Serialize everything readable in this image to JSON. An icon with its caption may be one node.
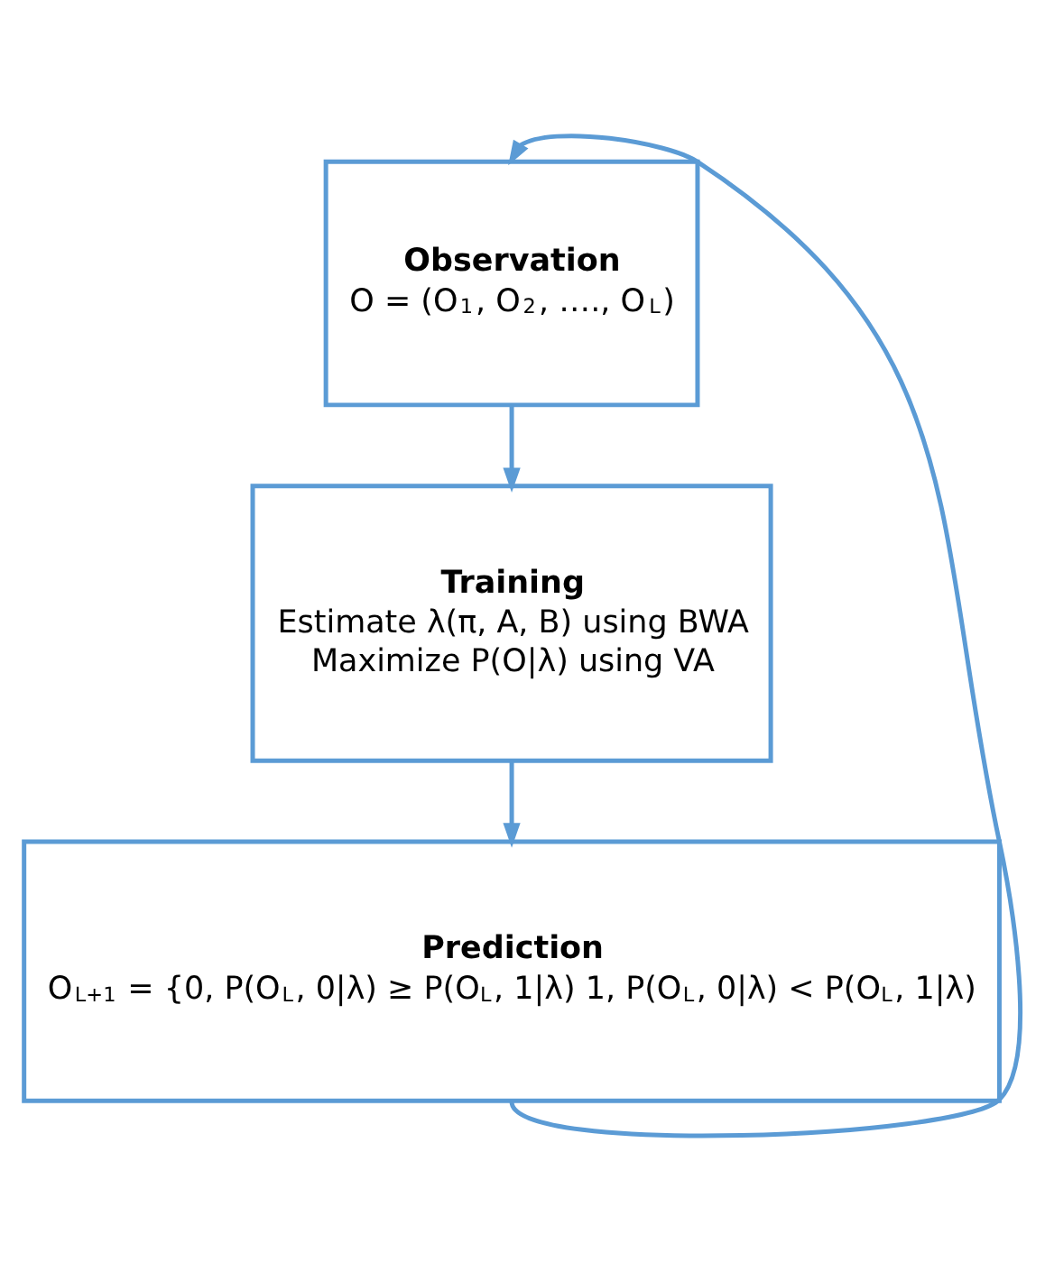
{
  "diagram": {
    "nodes": [
      {
        "text": [
          "Observation",
          "O = (O$_{1}$, O$_{2}$, …., O$_{L}$)"
        ]
      },
      {
        "text": [
          "Training",
          "Estimate λ(π, A, B) using BWA",
          "Maximize P(O|λ) using VA"
        ]
      },
      {
        "text": [
          "Prediction",
          "O$_{L+1}$ = {0, P(O$_{L}$, 0|λ) ≥ P(O$_{L}$, 1|λ) 1, P(O$_{L}$, 0|λ) < P(O$_{L}$, 1|λ)"
        ]
      }
    ],
    "edges": [
      {
        "from": 0,
        "to": 1,
        "arrow": "to"
      },
      {
        "from": 1,
        "to": 2,
        "arrow": "to"
      },
      {
        "from": 2,
        "to": 0,
        "arrow": "to"
      }
    ]
  }
}
